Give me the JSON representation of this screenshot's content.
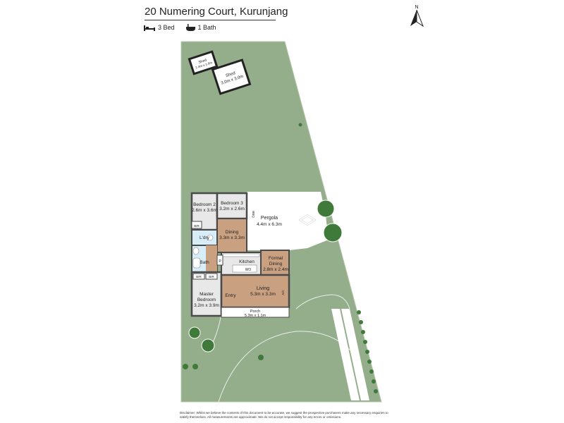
{
  "header": {
    "address": "20 Numering Court, Kurunjang",
    "beds": "3 Bed",
    "baths": "1 Bath"
  },
  "compass": {
    "north": "N"
  },
  "rooms": {
    "shed_small_name": "Shed",
    "shed_small_dim": "2.4m x 1.6m",
    "shed_large_name": "Shed",
    "shed_large_dim": "3.0m x 3.0m",
    "bedroom2_name": "Bedroom 2",
    "bedroom2_dim": "2.6m x 3.6m",
    "bedroom3_name": "Bedroom 3",
    "bedroom3_dim": "3.2m x 2.6m",
    "pergola_name": "Pergola",
    "pergola_dim": "4.4m x 6.3m",
    "ldry_name": "L'dry",
    "dining_name": "Dining",
    "dining_dim": "3.3m x 3.3m",
    "bath_name": "Bath",
    "kitchen_name": "Kitchen",
    "formal_name_1": "Formal",
    "formal_name_2": "Dining",
    "formal_dim": "2.8m x 2.4m",
    "master_name_1": "Master",
    "master_name_2": "Bedroom",
    "master_dim": "3.2m x 3.9m",
    "entry_name": "Entry",
    "living_name": "Living",
    "living_dim": "5.3m x 3.3m",
    "porch_name": "Porch",
    "porch_dim": "5.3m x 1.1m"
  },
  "fixtures": {
    "br_1": "BIR",
    "br_2": "BIR",
    "br_3": "BIR",
    "bbq": "BBQ",
    "wo": "WO",
    "pantry": "P",
    "ac": "A/C"
  },
  "colors": {
    "lawn": "#94ad8b",
    "floor_wood": "#c9a080",
    "floor_tile": "#e8e8e8",
    "wet_area": "#d7eef8",
    "wall": "#4a4a4a"
  },
  "disclaimer": "Disclaimer: Whilst we believe the contents of this document to be accurate, we suggest the prospective purchasers make any necessary enquiries to satisfy themselves. All measurements are approximate. We do not accept responsibility for any errors or omissions."
}
